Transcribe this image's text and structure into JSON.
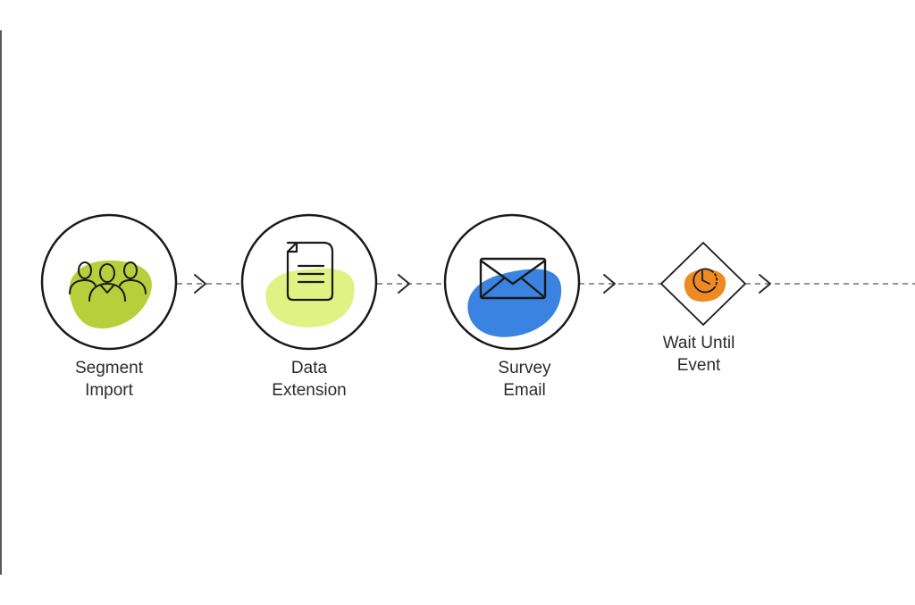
{
  "steps": [
    {
      "line1": "Segment",
      "line2": "Import",
      "icon": "people-group-icon",
      "blob_color": "#b7cf3a"
    },
    {
      "line1": "Data",
      "line2": "Extension",
      "icon": "document-icon",
      "blob_color": "#dff283"
    },
    {
      "line1": "Survey",
      "line2": "Email",
      "icon": "envelope-icon",
      "blob_color": "#3a83e0"
    },
    {
      "line1": "Wait Until",
      "line2": "Event",
      "icon": "clock-icon",
      "blob_color": "#ee8a22"
    }
  ],
  "colors": {
    "stroke": "#1a1a1a",
    "connector": "#555555"
  }
}
